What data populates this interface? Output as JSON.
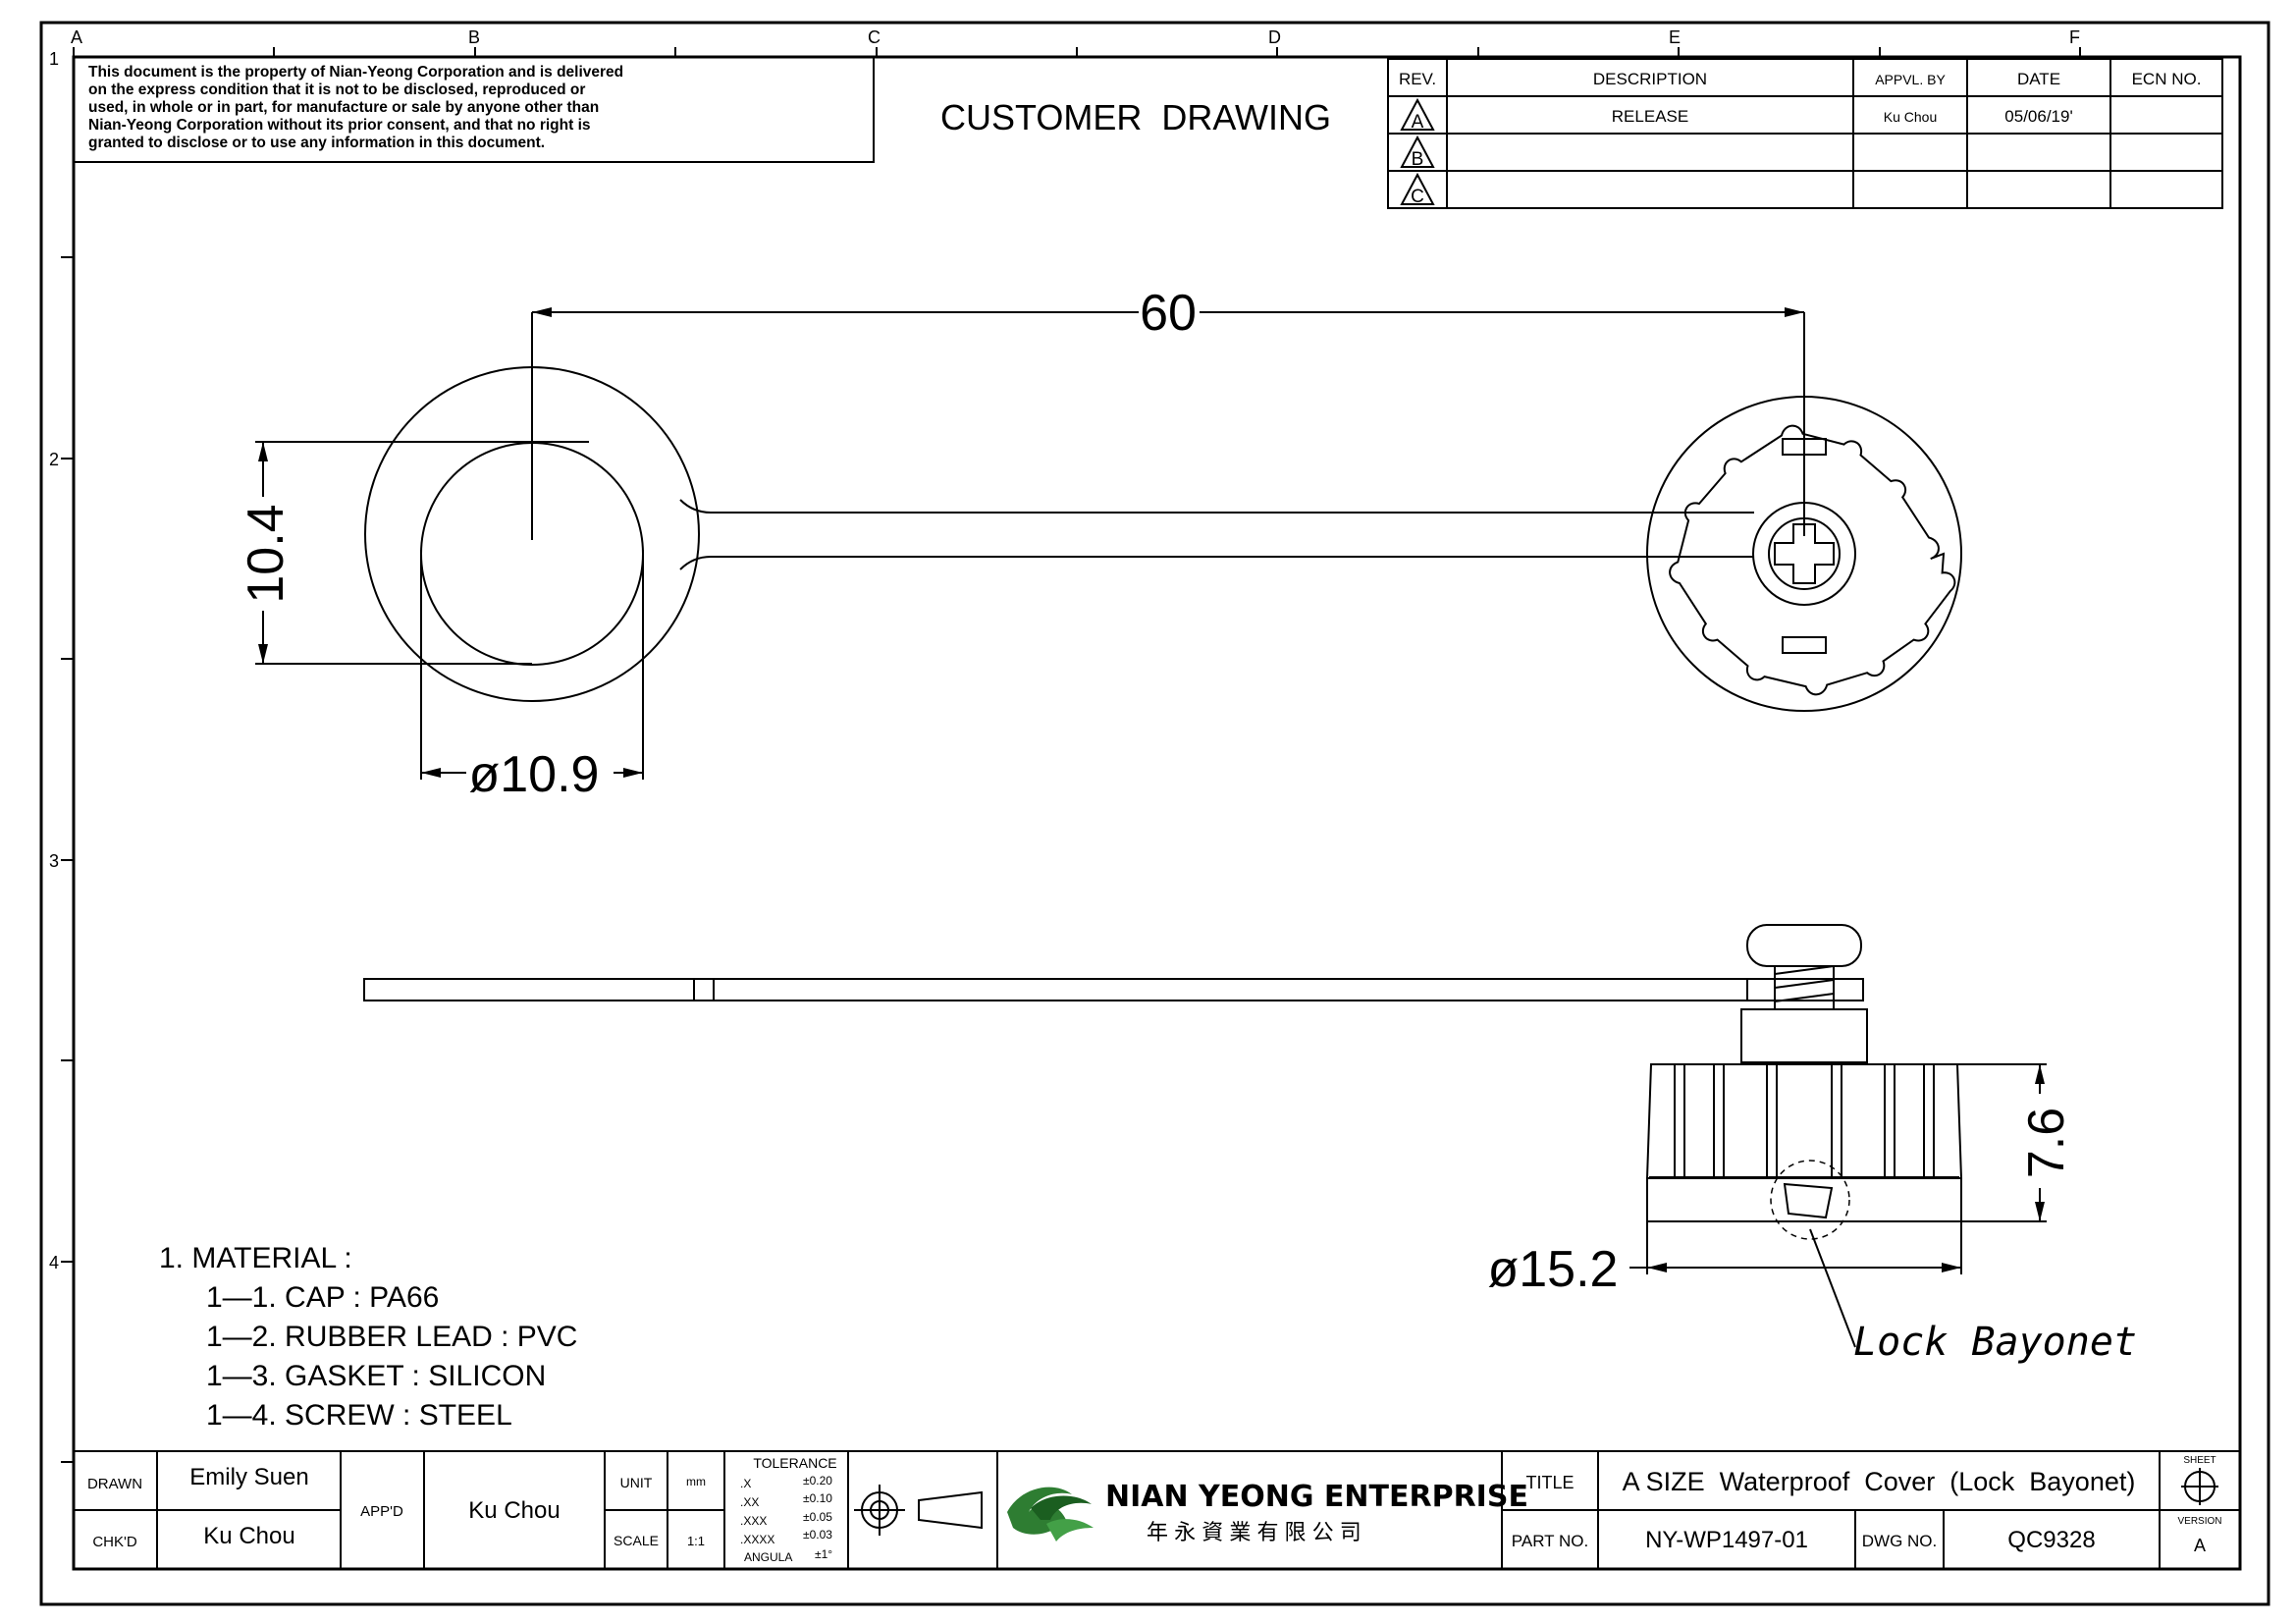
{
  "disclaimer": [
    "This document is the property of Nian-Yeong Corporation and is delivered",
    "on  the  express condition that it is not to be disclosed, reproduced or",
    "used, in whole or in part, for manufacture or sale by anyone other than",
    "Nian-Yeong Corporation without  its prior consent, and that  no right  is",
    "granted to disclose or to use any information in this  document."
  ],
  "drawing_kind": "CUSTOMER  DRAWING",
  "grid": {
    "columns": [
      "A",
      "B",
      "C",
      "D",
      "E",
      "F"
    ],
    "rows": [
      "1",
      "2",
      "3",
      "4"
    ]
  },
  "revision_table": {
    "headers": [
      "REV.",
      "DESCRIPTION",
      "APPVL. BY",
      "DATE",
      "ECN NO."
    ],
    "rows": [
      {
        "rev": "A",
        "description": "RELEASE",
        "approved_by": "Ku Chou",
        "date": "05/06/19'",
        "ecn": ""
      },
      {
        "rev": "B",
        "description": "",
        "approved_by": "",
        "date": "",
        "ecn": ""
      },
      {
        "rev": "C",
        "description": "",
        "approved_by": "",
        "date": "",
        "ecn": ""
      }
    ]
  },
  "dimensions": {
    "length": "60",
    "cap_height": "10.4",
    "cap_diameter": "ø10.9",
    "base_height": "7.6",
    "base_diameter": "ø15.2"
  },
  "callout": "Lock Bayonet",
  "notes": [
    "1.  MATERIAL  :",
    "1—1.  CAP  :  PA66",
    "1—2.  RUBBER  LEAD  :  PVC",
    "1—3.  GASKET  :    SILICON",
    "1—4.  SCREW  :    STEEL"
  ],
  "title_block": {
    "drawn_label": "DRAWN",
    "drawn_by": "Emily Suen",
    "checked_label": "CHK'D",
    "checked_by": "Ku Chou",
    "approved_label": "APP'D",
    "approved_by": "Ku Chou",
    "unit_label": "UNIT",
    "unit_value": "mm",
    "scale_label": "SCALE",
    "scale_value": "1:1",
    "tolerance_title": "TOLERANCE",
    "tolerances": [
      {
        "k": ".X",
        "v": "±0.20"
      },
      {
        "k": ".XX",
        "v": "±0.10"
      },
      {
        "k": ".XXX",
        "v": "±0.05"
      },
      {
        "k": ".XXXX",
        "v": "±0.03"
      },
      {
        "k": "ANGULA",
        "v": "±1°"
      }
    ],
    "company_name": "NIAN YEONG ENTERPRISE",
    "company_name_cn": "年 永 資 業 有 限 公 司",
    "title_label": "TITLE",
    "title_value": "A SIZE  Waterproof  Cover  (Lock  Bayonet)",
    "part_no_label": "PART NO.",
    "part_no": "NY-WP1497-01",
    "dwg_no_label": "DWG NO.",
    "dwg_no": "QC9328",
    "sheet_label": "SHEET",
    "version_label": "VERSION",
    "version": "A"
  }
}
